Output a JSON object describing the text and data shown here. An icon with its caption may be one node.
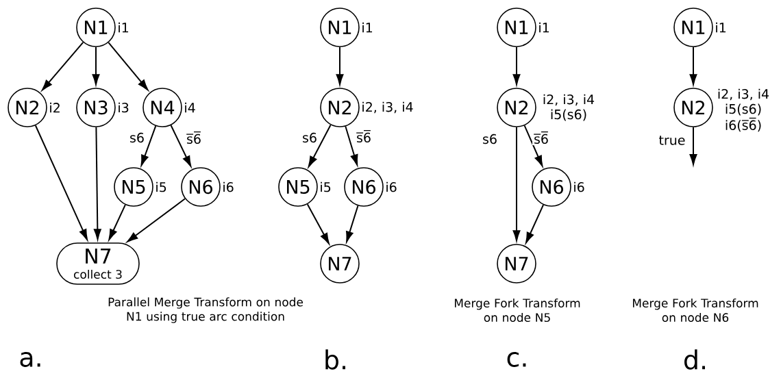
{
  "diagram": {
    "nodes": [
      {
        "text": [
          "N1"
        ],
        "beside": [
          "i1"
        ]
      },
      {
        "text": [
          "N2"
        ],
        "beside": [
          "i2"
        ]
      },
      {
        "text": [
          "N3"
        ],
        "beside": [
          "i3"
        ]
      },
      {
        "text": [
          "N4"
        ],
        "beside": [
          "i4"
        ]
      },
      {
        "text": [
          "N5"
        ],
        "beside": [
          "i5"
        ]
      },
      {
        "text": [
          "N6"
        ],
        "beside": [
          "i6"
        ]
      },
      {
        "text": [
          "N7",
          "collect 3"
        ]
      },
      {
        "text": [
          "N1"
        ],
        "beside": [
          "i1"
        ]
      },
      {
        "text": [
          "N2"
        ],
        "beside": [
          "i2, i3, i4"
        ]
      },
      {
        "text": [
          "N5"
        ],
        "beside": [
          "i5"
        ]
      },
      {
        "text": [
          "N6"
        ],
        "beside": [
          "i6"
        ]
      },
      {
        "text": [
          "N7"
        ]
      },
      {
        "text": [
          "N1"
        ],
        "beside": [
          "i1"
        ]
      },
      {
        "text": [
          "N2"
        ],
        "beside": [
          "i2, i3, i4",
          "i5(s6)"
        ]
      },
      {
        "text": [
          "N6"
        ],
        "beside": [
          "i6"
        ]
      },
      {
        "text": [
          "N7"
        ]
      },
      {
        "text": [
          "N1"
        ],
        "beside": [
          "i1"
        ]
      },
      {
        "text": [
          "N2"
        ],
        "beside": [
          "i2, i3, i4",
          "i5(s6)",
          "i6(s̅6̅)"
        ]
      }
    ],
    "edges": [
      {
        "from": 0,
        "to": 1,
        "arrow": "to"
      },
      {
        "from": 0,
        "to": 2,
        "arrow": "to"
      },
      {
        "from": 0,
        "to": 3,
        "arrow": "to"
      },
      {
        "from": 3,
        "to": 4,
        "arrow": "to",
        "label": "s6"
      },
      {
        "from": 3,
        "to": 5,
        "arrow": "to",
        "label": "s̅6̅"
      },
      {
        "from": 1,
        "to": 6,
        "arrow": "to"
      },
      {
        "from": 2,
        "to": 6,
        "arrow": "to"
      },
      {
        "from": 4,
        "to": 6,
        "arrow": "to"
      },
      {
        "from": 5,
        "to": 6,
        "arrow": "to"
      },
      {
        "from": 7,
        "to": 8,
        "arrow": "to"
      },
      {
        "from": 8,
        "to": 9,
        "arrow": "to",
        "label": "s6"
      },
      {
        "from": 8,
        "to": 10,
        "arrow": "to",
        "label": "s̅6̅"
      },
      {
        "from": 9,
        "to": 11,
        "arrow": "to"
      },
      {
        "from": 10,
        "to": 11,
        "arrow": "to"
      },
      {
        "from": 12,
        "to": 13,
        "arrow": "to"
      },
      {
        "from": 13,
        "to": 15,
        "arrow": "to",
        "label": "s6"
      },
      {
        "from": 13,
        "to": 14,
        "arrow": "to",
        "label": "s̅6̅"
      },
      {
        "from": 14,
        "to": 15,
        "arrow": "to"
      },
      {
        "from": 16,
        "to": 17,
        "arrow": "to"
      },
      {
        "from": 17,
        "to": null,
        "arrow": "to",
        "label": "true"
      }
    ],
    "labels": [
      "Parallel Merge Transform on node N1 using true arc condition",
      "Merge Fork Transform on node N5",
      "Merge Fork Transform on node N6",
      "a.",
      "b.",
      "c.",
      "d."
    ]
  }
}
